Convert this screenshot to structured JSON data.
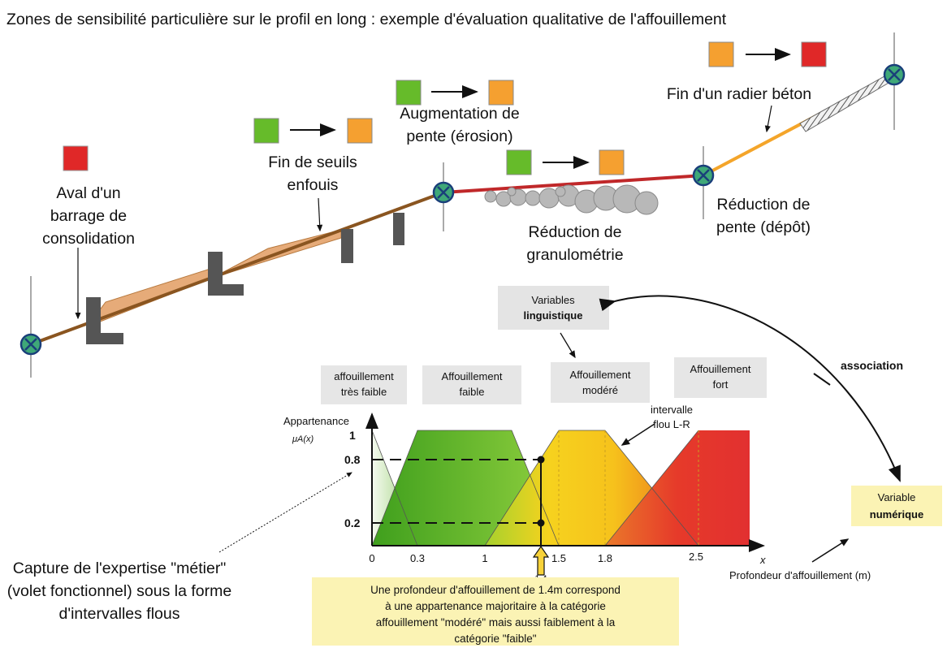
{
  "title": "Zones de sensibilité particulière sur le  profil en long :  exemple d'évaluation qualitative de  l'affouillement",
  "zones": {
    "aval": [
      "Aval d'un",
      "barrage de",
      "consolidation"
    ],
    "seuils": [
      "Fin de seuils",
      "enfouis"
    ],
    "augmentation": [
      "Augmentation de",
      "pente (érosion)"
    ],
    "granulometrie": [
      "Réduction de",
      "granulométrie"
    ],
    "reduction_pente": [
      "Réduction de",
      "pente (dépôt)"
    ],
    "radier": "Fin d'un radier béton"
  },
  "linguistic_box": {
    "line1": "Variables",
    "line2": "linguistique"
  },
  "association_label": "association",
  "numeric_box": {
    "line1": "Variable",
    "line2": "numérique"
  },
  "categories": [
    [
      "affouillement",
      "très faible"
    ],
    [
      "Affouillement",
      "faible"
    ],
    [
      "Affouillement",
      "modéré"
    ],
    [
      "Affouillement",
      "fort"
    ]
  ],
  "y_axis": {
    "title": "Appartenance",
    "symbol": "μA(x)",
    "ticks": [
      "1",
      "0.8",
      "0.2"
    ]
  },
  "x_axis": {
    "symbol": "x",
    "ticks": [
      "0",
      "0.3",
      "1",
      "1.5",
      "1.8",
      "2.5"
    ],
    "marker": "1.4",
    "title": "Profondeur d'affouillement (m)"
  },
  "interval_label": [
    "intervalle",
    "flou L-R"
  ],
  "capture_text": [
    "Capture de l'expertise \"métier\"",
    "(volet fonctionnel)  sous la forme",
    "d'intervalles flous"
  ],
  "note": [
    "Une profondeur d'affouillement de 1.4m   correspond",
    "à une appartenance majoritaire à la catégorie",
    "affouillement \"modéré\" mais aussi faiblement à la",
    "catégorie \"faible\""
  ],
  "colors": {
    "green": "#66bb2a",
    "orange": "#f5a030",
    "red": "#e02828",
    "node": "#3fa878",
    "yellow_note": "#fbf3b4"
  }
}
